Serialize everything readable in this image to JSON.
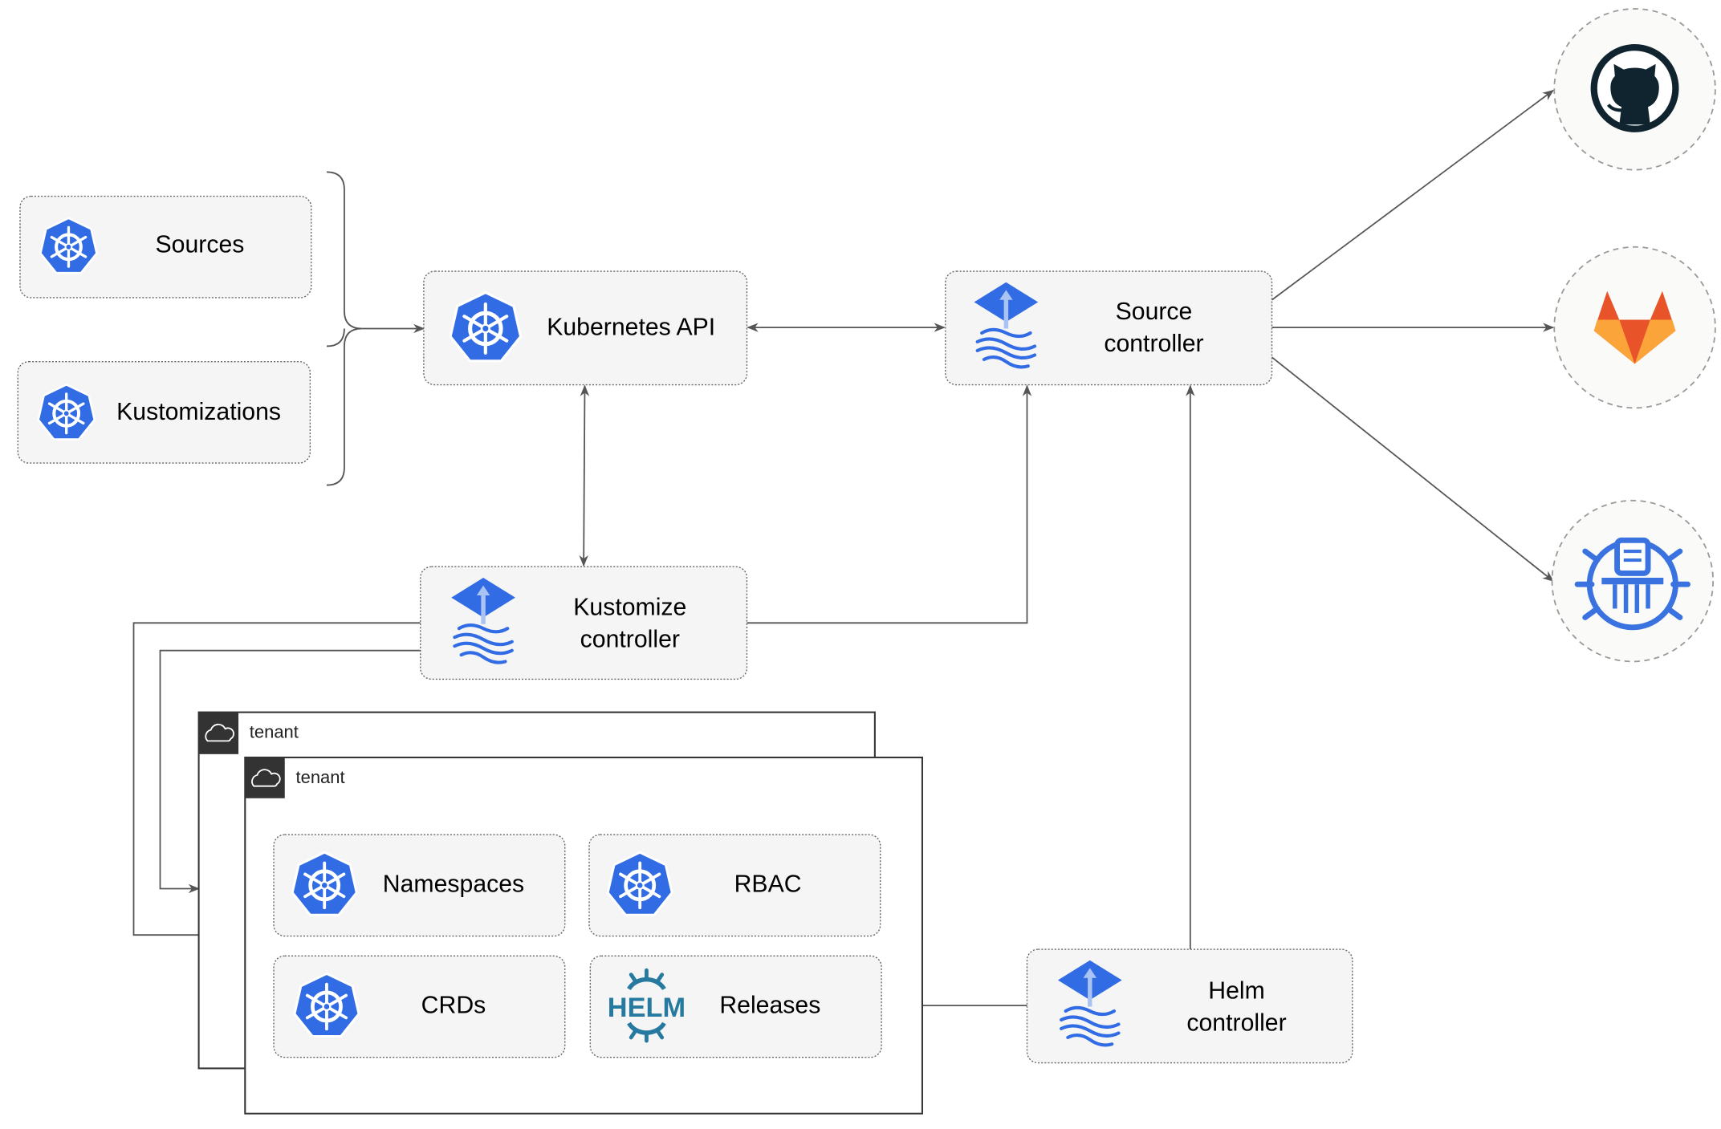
{
  "nodes": {
    "sources": "Sources",
    "kustomizations": "Kustomizations",
    "kubernetes_api": "Kubernetes API",
    "source_controller": [
      "Source",
      "controller"
    ],
    "kustomize_controller": [
      "Kustomize",
      "controller"
    ],
    "helm_controller": [
      "Helm",
      "controller"
    ],
    "namespaces": "Namespaces",
    "rbac": "RBAC",
    "crds": "CRDs",
    "releases": "Releases"
  },
  "tenants": [
    "tenant",
    "tenant"
  ],
  "external": [
    "github-icon",
    "gitlab-icon",
    "harbor-icon"
  ],
  "helm_logo": "HELM",
  "colors": {
    "kubernetes": "#326ce5",
    "helm": "#277a9f",
    "github": "#10242f",
    "gitlab_dark": "#e8532a",
    "gitlab_light": "#fba43a",
    "harbor": "#3a73e0"
  }
}
